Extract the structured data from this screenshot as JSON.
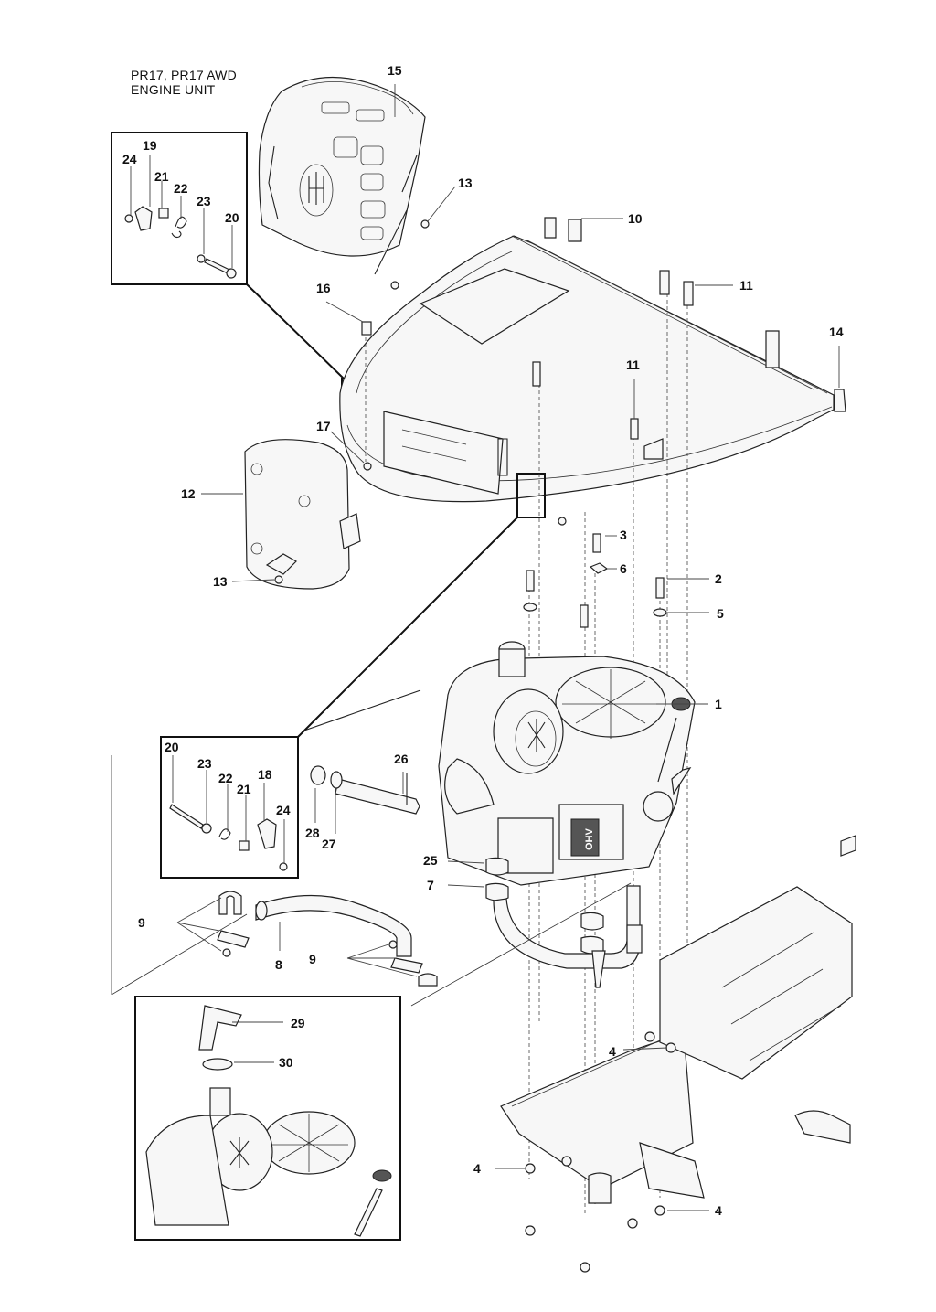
{
  "title": {
    "line1": "PR17, PR17 AWD",
    "line2": "ENGINE UNIT"
  },
  "callouts": {
    "c1": "1",
    "c2": "2",
    "c3": "3",
    "c4a": "4",
    "c4b": "4",
    "c4c": "4",
    "c5": "5",
    "c6": "6",
    "c7": "7",
    "c8": "8",
    "c9a": "9",
    "c9b": "9",
    "c10": "10",
    "c11a": "11",
    "c11b": "11",
    "c12": "12",
    "c13a": "13",
    "c13b": "13",
    "c14": "14",
    "c15": "15",
    "c16": "16",
    "c17": "17",
    "c19": "19",
    "c24a": "24",
    "c21a": "21",
    "c22a": "22",
    "c23a": "23",
    "c20a": "20",
    "c20b": "20",
    "c23b": "23",
    "c22b": "22",
    "c21b": "21",
    "c18": "18",
    "c24b": "24",
    "c25": "25",
    "c26": "26",
    "c27": "27",
    "c28": "28",
    "c29": "29",
    "c30": "30"
  },
  "ohv_label": "OHV"
}
